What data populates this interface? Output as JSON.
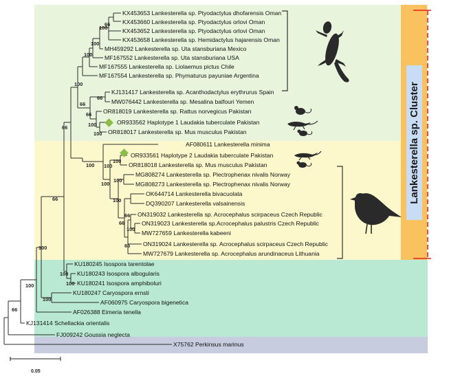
{
  "tree": {
    "cluster_label": "Lankesterella sp. Cluster",
    "scale_label": "0.05",
    "colors": {
      "green_box": "#e8f4dc",
      "yellow_box": "#fcf8cc",
      "teal_box": "#b9e9d2",
      "blue_box": "#c8ccdf",
      "cluster_orange": "#f9c25f",
      "cluster_label_bg": "#c8dcf6",
      "cluster_dash": "#e2231a",
      "diamond": "#8bbd4a"
    },
    "leaves": [
      "KX453653 Lankesterella sp. Ptyodactylus dhofarensis Oman",
      "KX453660 Lankesterella sp. Ptyodactylus orlovi Oman",
      "KX453652 Lankesterella sp. Ptyodactylus orlovi Oman",
      "KX453658 Lankesterella sp. Hemidactylus hajarensis Oman",
      "MH459292 Lankesterella sp. Uta stansburiana Mexico",
      "MF167552 Lankesterella sp. Uta stansburiana USA",
      "MF167555 Lankesterella sp. Liolaemus pictus Chile",
      "MF167554 Lankesterella sp. Phymaturus payuniae Argentina",
      "KJ131417 Lankesterella sp. Acanthodactylus erythrurus Spain",
      "MW076442 Lankesterella sp. Mesalina balfouri Yemen",
      "OR818019 Lankesterella sp. Rattus norvegicus Pakistan",
      "OR933562 Haplotype 1 Laudakia tuberculate Pakistan",
      "OR818017 Lankesterella sp. Mus musculus Pakistan",
      "AF080611 Lankesterella minima",
      "OR933561 Haplotype 2 Laudakia tuberculate Pakistan",
      "OR818018 Lankesterella sp. Mus musculus Pakistan",
      "MG808274 Lankesterella sp. Plectrophenax nivalis Norway",
      "MG808273 Lankesterella sp. Plectrophenax nivalis Norway",
      "OK644714 Lankesterella bivacuolata",
      "DQ390207 Lankesterella valsainensis",
      "ON319032 Lankesterella sp. Acrocephalus scirpaceus Czech Republic",
      "ON319023 Lankesterella sp.Acrocephalus palustris Czech Republic",
      "MW727659 Lankesterella kabeeni",
      "ON319024 Lankesterella sp. Acrocephalus scirpaceus Czech Republic",
      "MW727679 Lankesterella sp. Acrocephalus arundinaceus Lithuania",
      "KU180245 Isospora tarentolae",
      "KU180243 Isospora albogularis",
      "KU180241 Isospora amphiboluri",
      "KU180247 Caryospora ernsti",
      "AF060975 Caryospora bigenetica",
      "AF026388 Eimeria tenella",
      "KJ131414 Schellackia orientalis",
      "FJ009242 Goussia neglecta",
      "X75762 Perkinsus marinus"
    ],
    "bootstrap": [
      "66",
      "100",
      "100",
      "100",
      "100",
      "66",
      "66",
      "66",
      "66",
      "100",
      "100",
      "100",
      "100",
      "100",
      "100",
      "100",
      "100",
      "66",
      "66",
      "100",
      "66",
      "66",
      "100",
      "100",
      "100",
      "100",
      "100",
      "66"
    ],
    "icons": [
      "gecko-icon",
      "rat-icon",
      "lizard-icon",
      "mouse-icon",
      "lizard-icon",
      "mouse-icon",
      "bird-icon"
    ]
  }
}
